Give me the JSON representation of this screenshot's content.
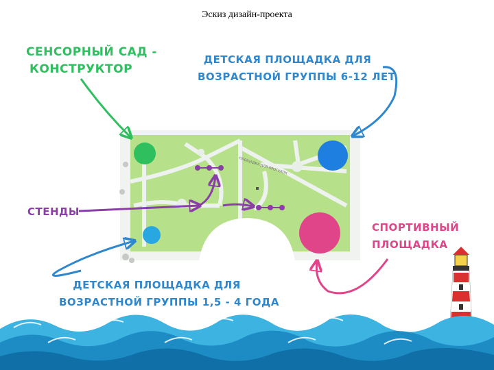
{
  "title": "Эскиз дизайн-проекта",
  "labels": {
    "sensory_garden": [
      "СЕНСОРНЫЙ САД -",
      "КОНСТРУКТОР"
    ],
    "playground_6_12": [
      "ДЕТСКАЯ ПЛОЩАДКА ДЛЯ",
      "ВОЗРАСТНОЙ ГРУППЫ 6-12 ЛЕТ"
    ],
    "stands": "СТЕНДЫ",
    "sports_ground": [
      "СПОРТИВНЫЙ",
      "ПЛОЩАДКА"
    ],
    "playground_1_5_4": [
      "ДЕТСКАЯ ПЛОЩАДКА ДЛЯ",
      "ВОЗРАСТНОЙ ГРУППЫ 1,5 - 4 ГОДА"
    ]
  },
  "map": {
    "small_caption": "ПЛОЩАДКА ДЛЯ ПРОГУЛОК"
  },
  "colors": {
    "sensory": "#2fbf5f",
    "playground_older": "#1e7fe0",
    "stands": "#8a3fa8",
    "sports": "#e0458a",
    "playground_younger": "#29a7e0",
    "lawn": "#b7e08a",
    "path": "#e6ebe6",
    "sea": "#2aa4d8"
  },
  "icons": [
    "lighthouse-icon",
    "waves-decoration"
  ]
}
